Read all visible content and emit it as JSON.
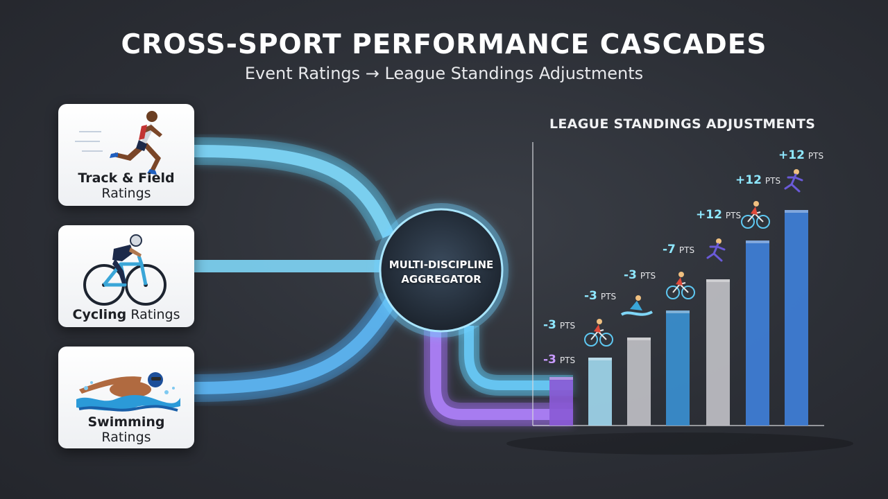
{
  "header": {
    "title": "CROSS-SPORT PERFORMANCE CASCADES",
    "subtitle": "Event Ratings → League Standings Adjustments"
  },
  "inputs": [
    {
      "name_bold": "Track & Field",
      "name_rest": "Ratings",
      "icon": "runner-icon"
    },
    {
      "name_bold": "Cycling",
      "name_rest": "Ratings",
      "icon": "cyclist-icon"
    },
    {
      "name_bold": "Swimming",
      "name_rest": "Ratings",
      "icon": "swimmer-icon"
    }
  ],
  "aggregator": {
    "line1": "MULTI-DISCIPLINE",
    "line2": "AGGREGATOR"
  },
  "chart_title": "LEAGUE STANDINGS ADJUSTMENTS",
  "colors": {
    "flow_blue": "#5ec8f2",
    "flow_purple": "#9b6be8",
    "positive_label": "#8fe8ff",
    "negative_label": "#c89bff"
  },
  "chart_data": {
    "type": "bar",
    "unit": "PTS",
    "values": [
      -3,
      -3,
      -3,
      -3,
      -7,
      12,
      12,
      12
    ],
    "labels": [
      "-3",
      "-3",
      "-3",
      "-3",
      "-7",
      "+12",
      "+12",
      "+12"
    ],
    "bar_colors": [
      "#8a5ad6",
      "#9fd6ec",
      "#bfbfc4",
      "#3a8fd0",
      "#bfbfc4",
      "#3f7fd8",
      "#c7c7cc",
      "#3f7fd8"
    ],
    "icons": [
      "",
      "cyclist-icon",
      "swimmer-icon",
      "cyclist-icon",
      "runner-icon",
      "cyclist-icon",
      "runner-icon",
      ""
    ]
  }
}
